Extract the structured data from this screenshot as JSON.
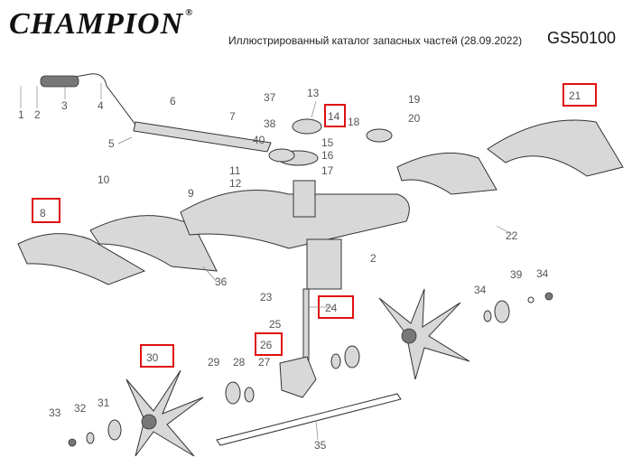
{
  "header": {
    "brand": "CHAMPION",
    "brand_mark": "®",
    "title": "Иллюстрированный каталог запасных частей (28.09.2022)",
    "model": "GS50100"
  },
  "labels": [
    "1",
    "2",
    "3",
    "4",
    "5",
    "6",
    "7",
    "8",
    "9",
    "10",
    "11",
    "12",
    "13",
    "14",
    "15",
    "16",
    "17",
    "18",
    "19",
    "20",
    "21",
    "22",
    "23",
    "24",
    "25",
    "26",
    "27",
    "28",
    "29",
    "30",
    "31",
    "32",
    "33",
    "34",
    "34",
    "35",
    "36",
    "37",
    "38",
    "39",
    "40",
    "2"
  ],
  "highlight_color": "#e01010"
}
